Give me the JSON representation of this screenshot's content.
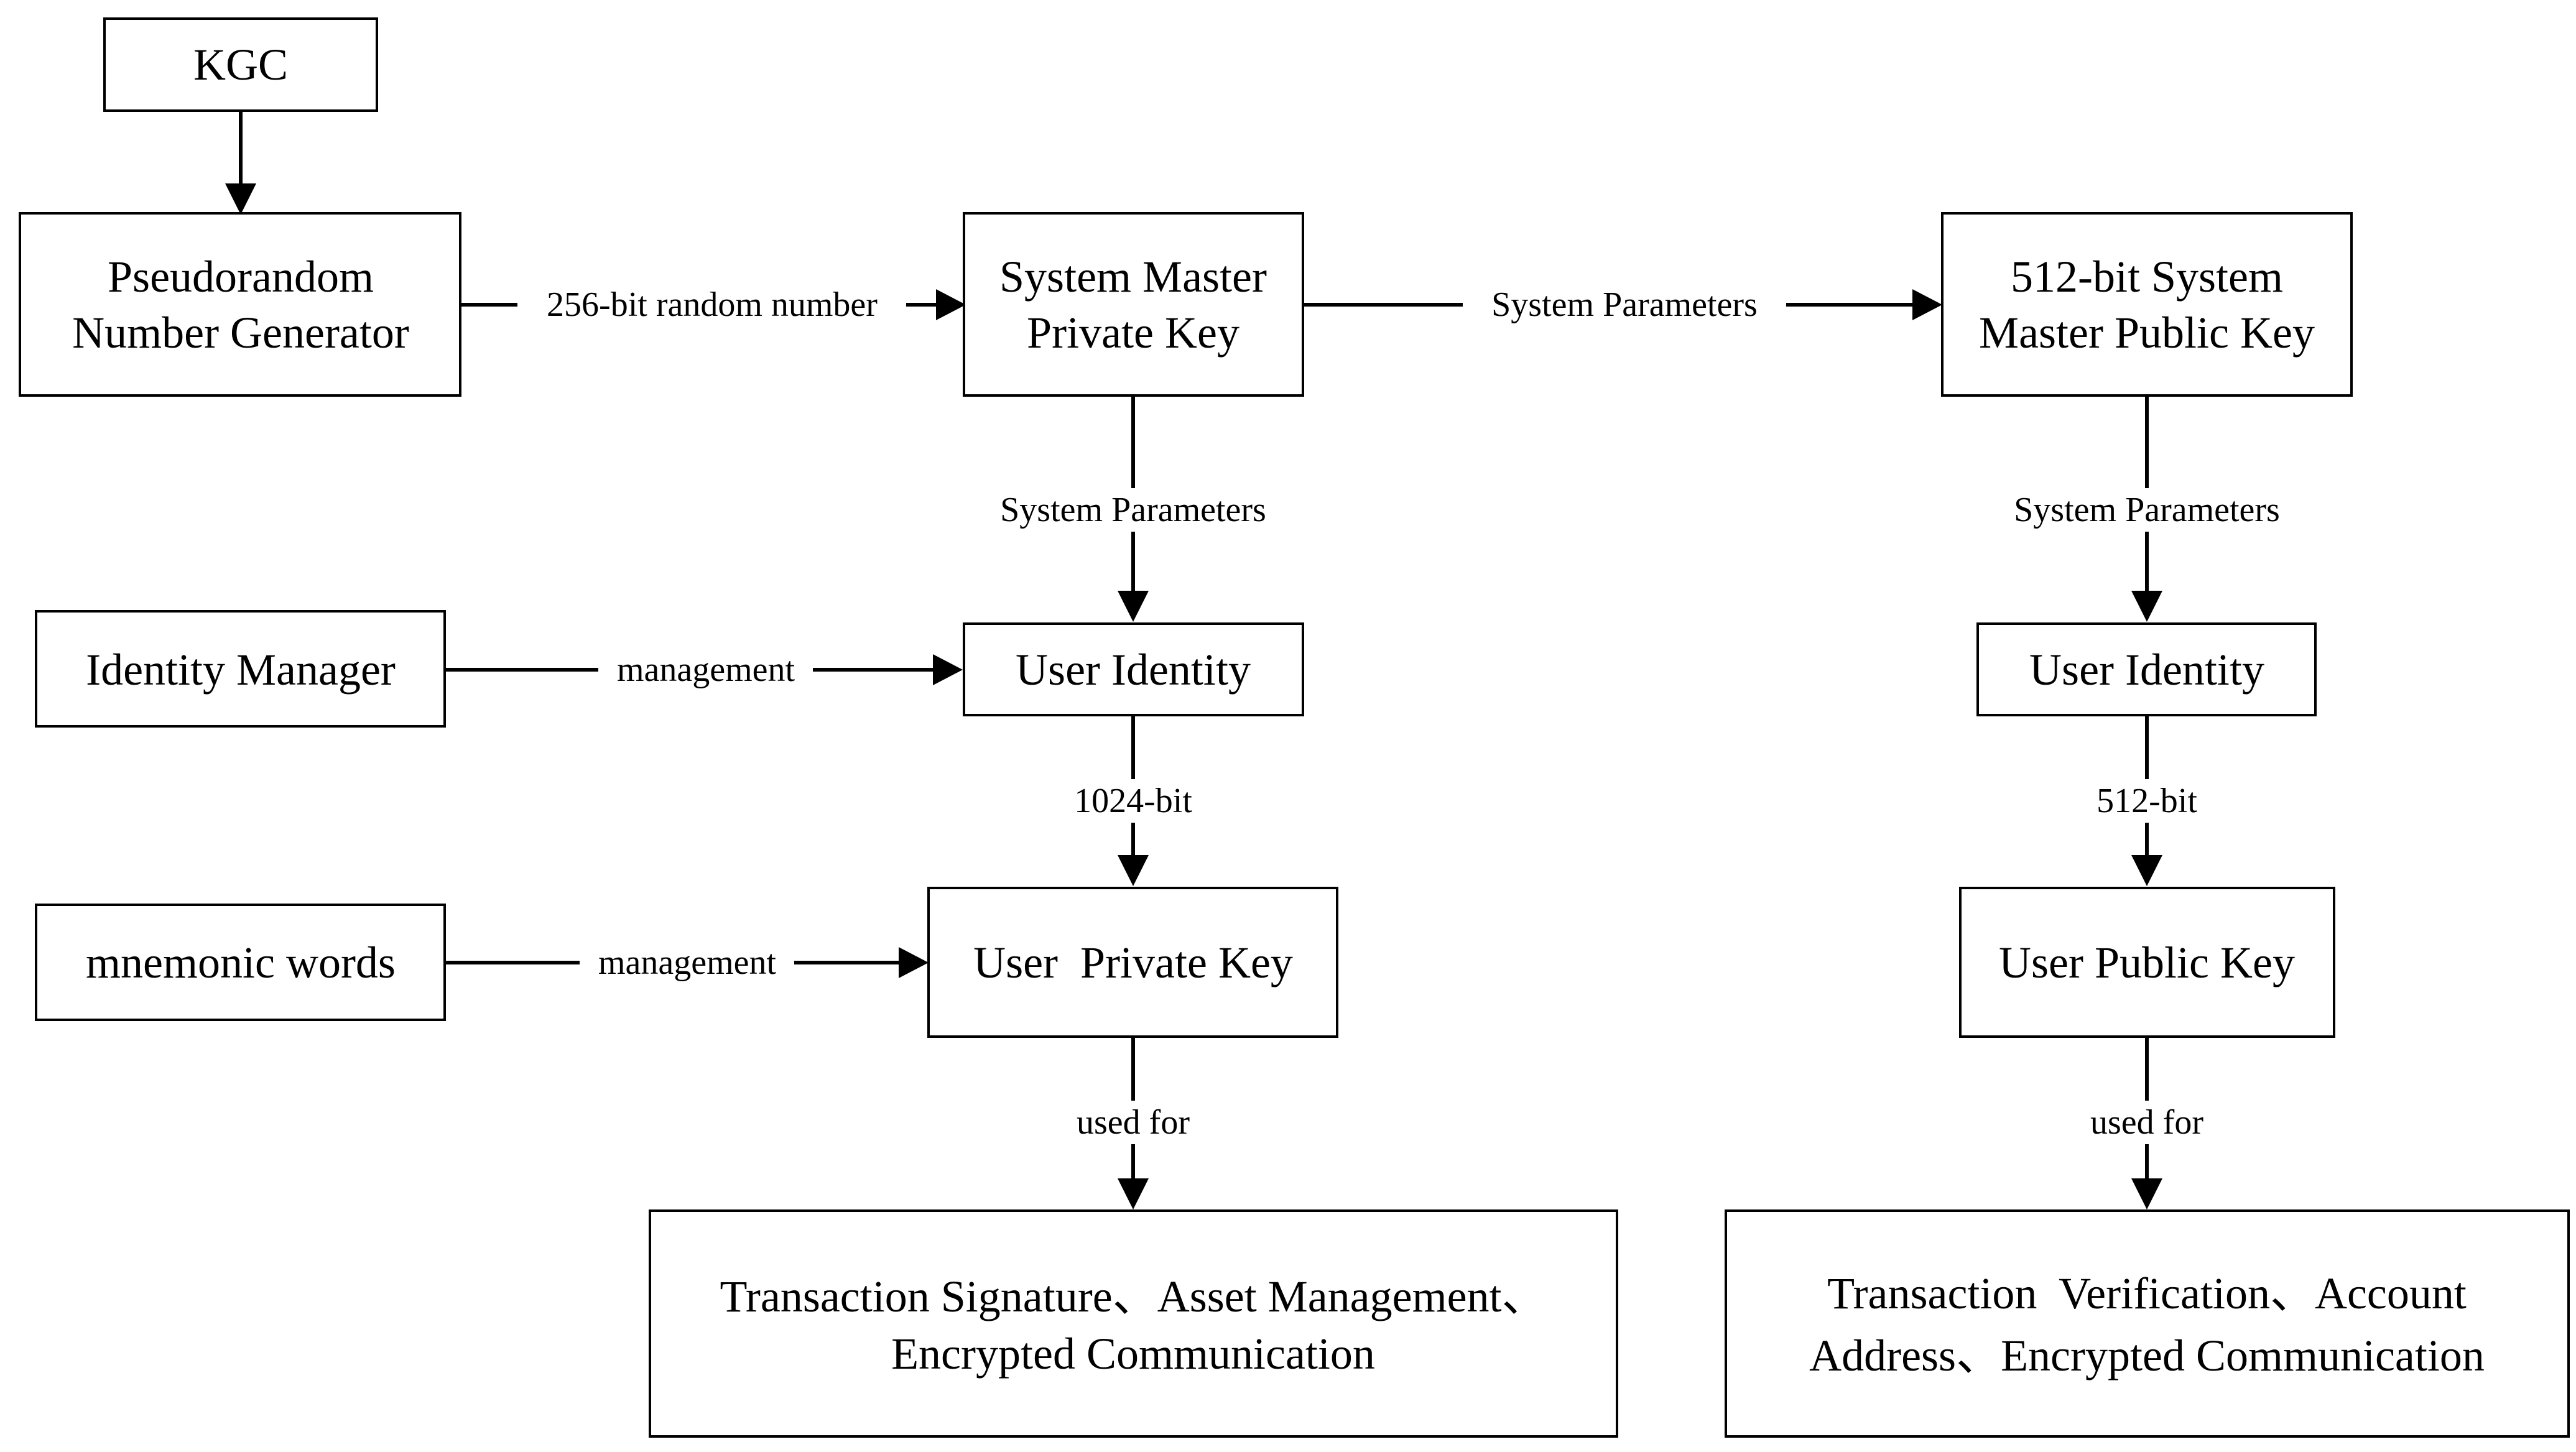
{
  "nodes": {
    "kgc": {
      "lines": [
        "KGC"
      ]
    },
    "prng": {
      "lines": [
        "Pseudorandom",
        "Number Generator"
      ]
    },
    "sys_priv": {
      "lines": [
        "System Master",
        "Private Key"
      ]
    },
    "sys_pub": {
      "lines": [
        "512-bit System",
        "Master Public Key"
      ]
    },
    "identity_manager": {
      "lines": [
        "Identity Manager"
      ]
    },
    "user_identity_left": {
      "lines": [
        "User Identity"
      ]
    },
    "user_identity_right": {
      "lines": [
        "User Identity"
      ]
    },
    "mnemonic": {
      "lines": [
        "mnemonic words"
      ]
    },
    "user_priv": {
      "lines": [
        "User  Private Key"
      ]
    },
    "user_pub": {
      "lines": [
        "User Public Key"
      ]
    },
    "uses_left": {
      "lines": [
        "Transaction Signature、Asset Management、",
        "Encrypted Communication"
      ]
    },
    "uses_right": {
      "lines": [
        "Transaction  Verification、Account",
        "Address、Encrypted Communication"
      ]
    }
  },
  "edges": {
    "kgc_to_prng": {
      "label": ""
    },
    "prng_to_sys_priv": {
      "label": "256-bit random number"
    },
    "sys_priv_to_sys_pub": {
      "label": "System Parameters"
    },
    "sys_priv_to_identity": {
      "label": "System Parameters"
    },
    "sys_pub_to_identity": {
      "label": "System Parameters"
    },
    "manager_to_identity": {
      "label": "management"
    },
    "identity_to_user_priv": {
      "label": "1024-bit"
    },
    "identity_to_user_pub": {
      "label": "512-bit"
    },
    "mnemonic_to_user_priv": {
      "label": "management"
    },
    "user_priv_to_uses": {
      "label": "used for"
    },
    "user_pub_to_uses": {
      "label": "used for"
    }
  }
}
